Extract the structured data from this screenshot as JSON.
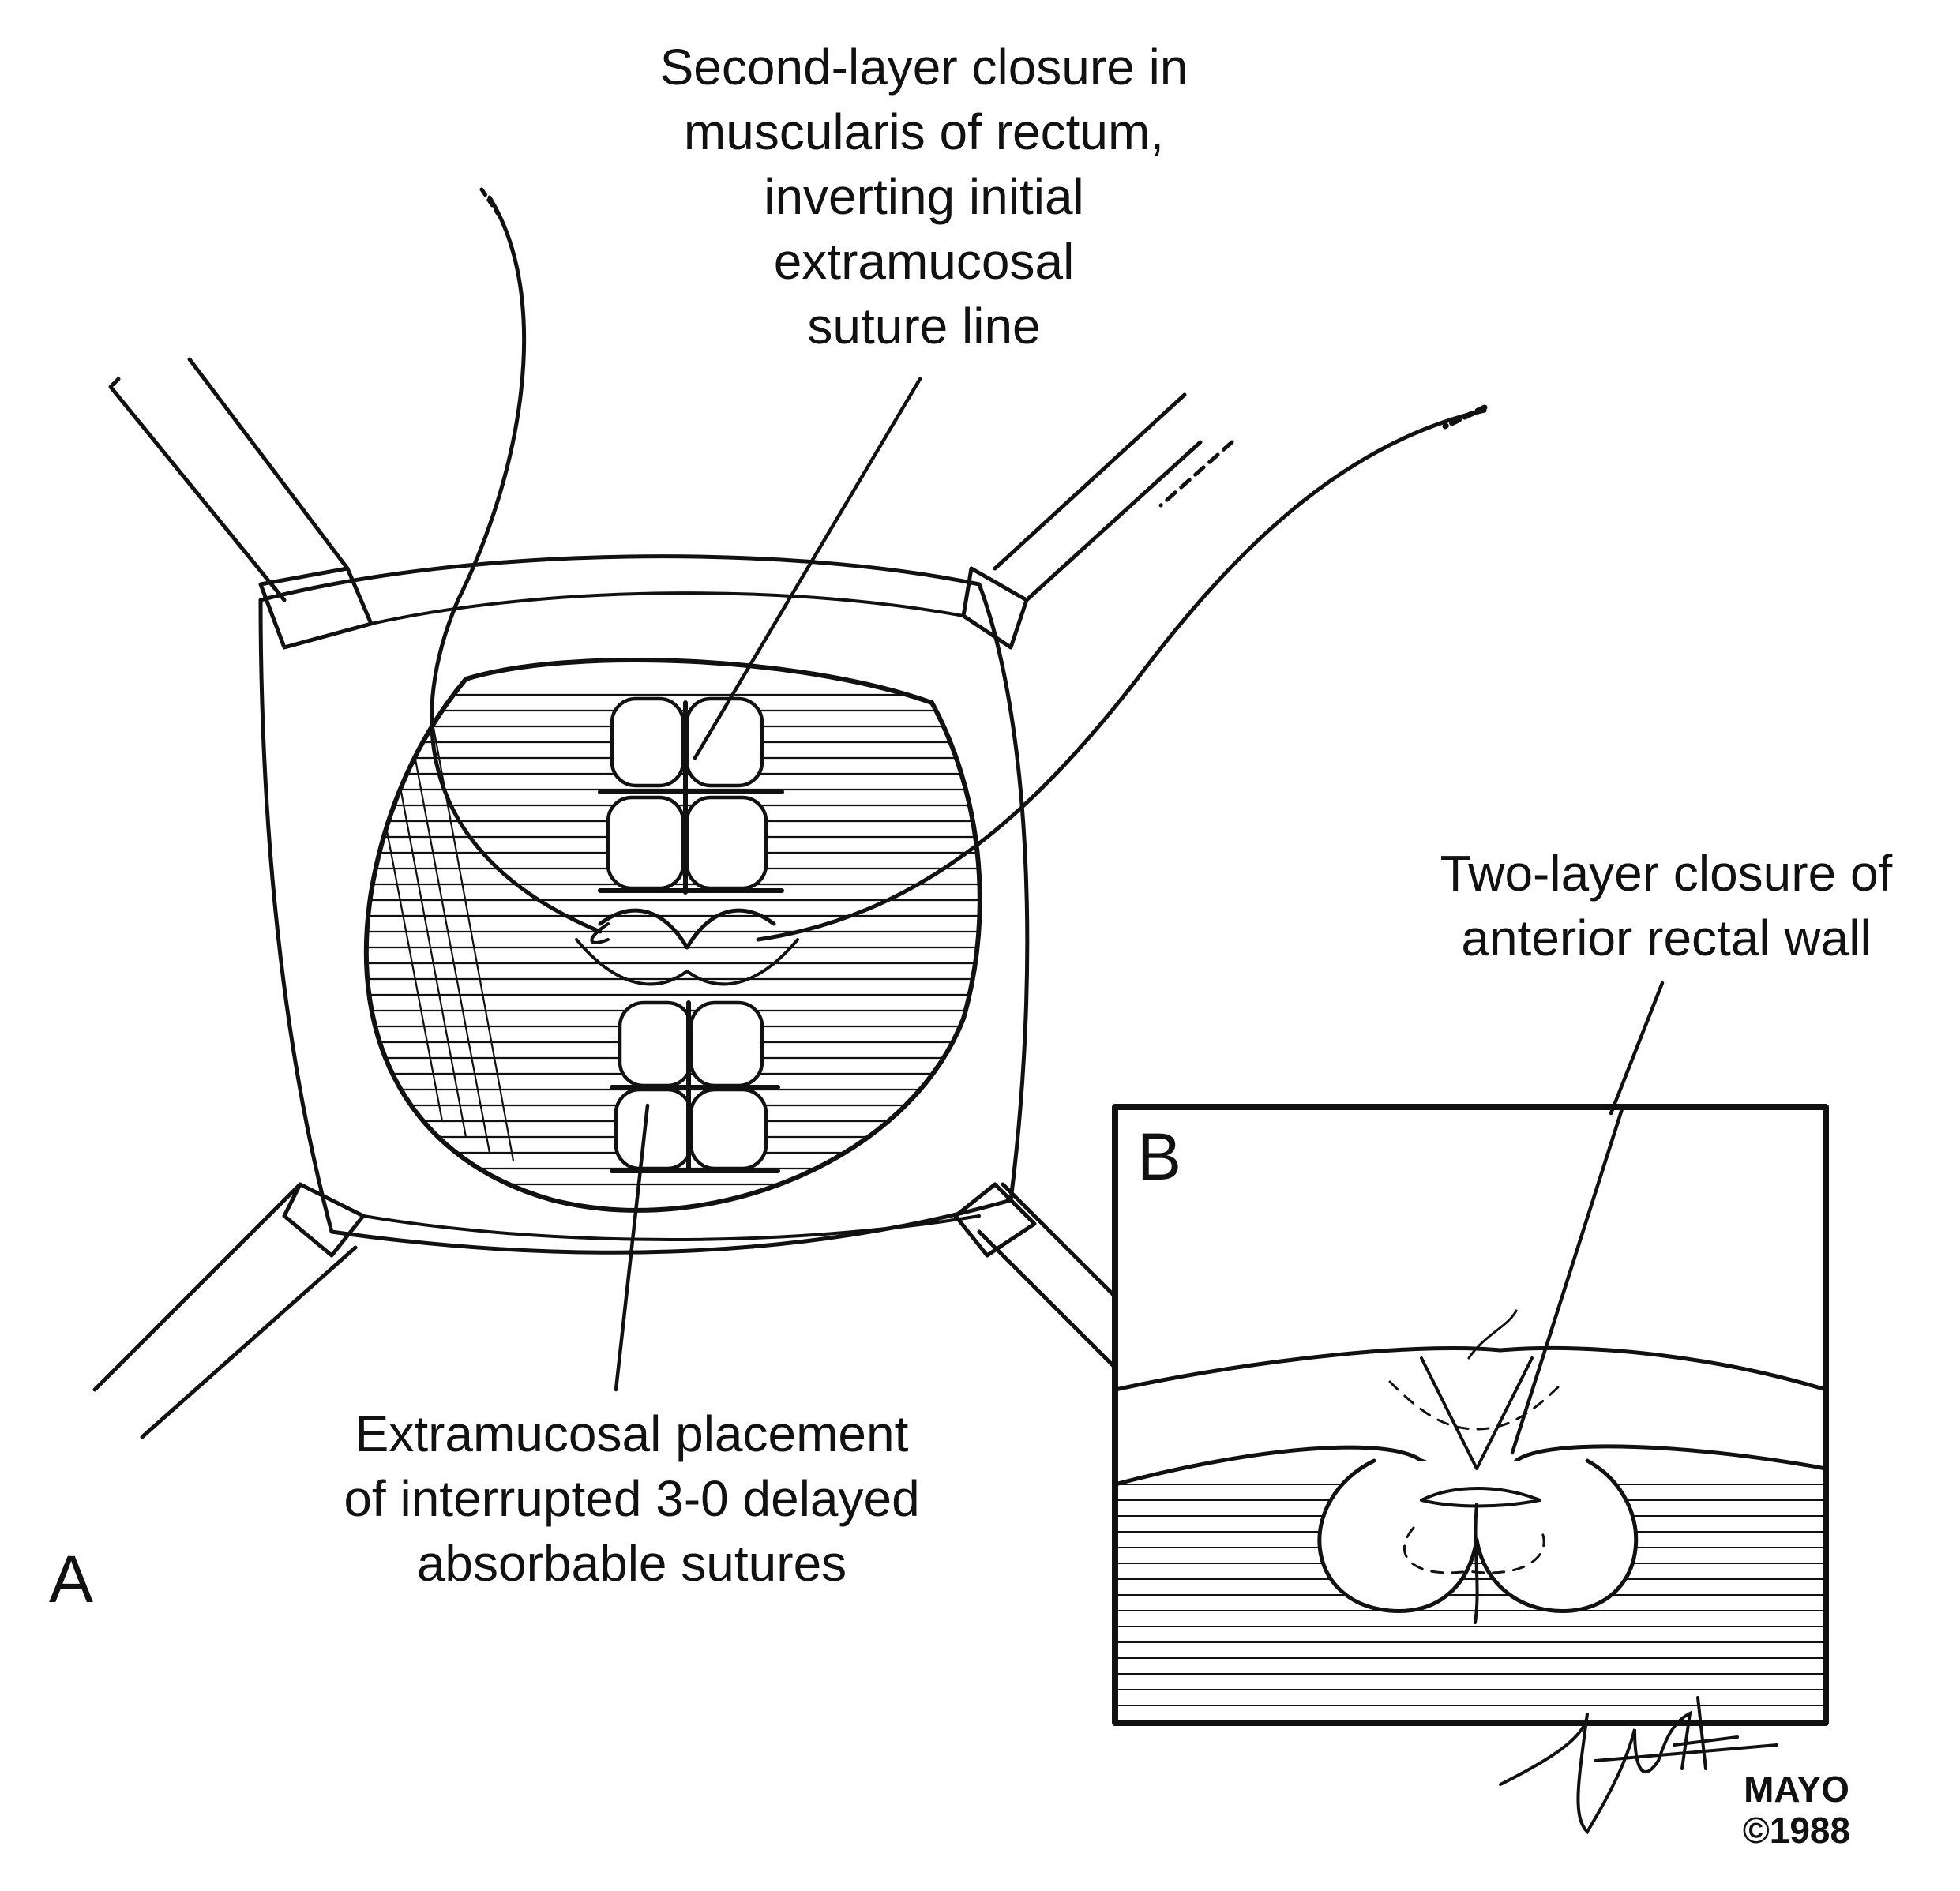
{
  "labels": {
    "top_callout": [
      "Second-layer closure in",
      "muscularis of rectum,",
      "inverting initial",
      "extramucosal",
      "suture line"
    ],
    "bottom_callout": [
      "Extramucosal placement",
      "of interrupted 3-0 delayed",
      "absorbable sutures"
    ],
    "inset_callout": [
      "Two-layer closure of",
      "anterior rectal wall"
    ],
    "panel_a": "A",
    "panel_b": "B",
    "credit_org": "MAYO",
    "credit_year": "©1988",
    "signature": "JVH"
  },
  "colors": {
    "ink": "#111111",
    "paper": "#ffffff"
  }
}
